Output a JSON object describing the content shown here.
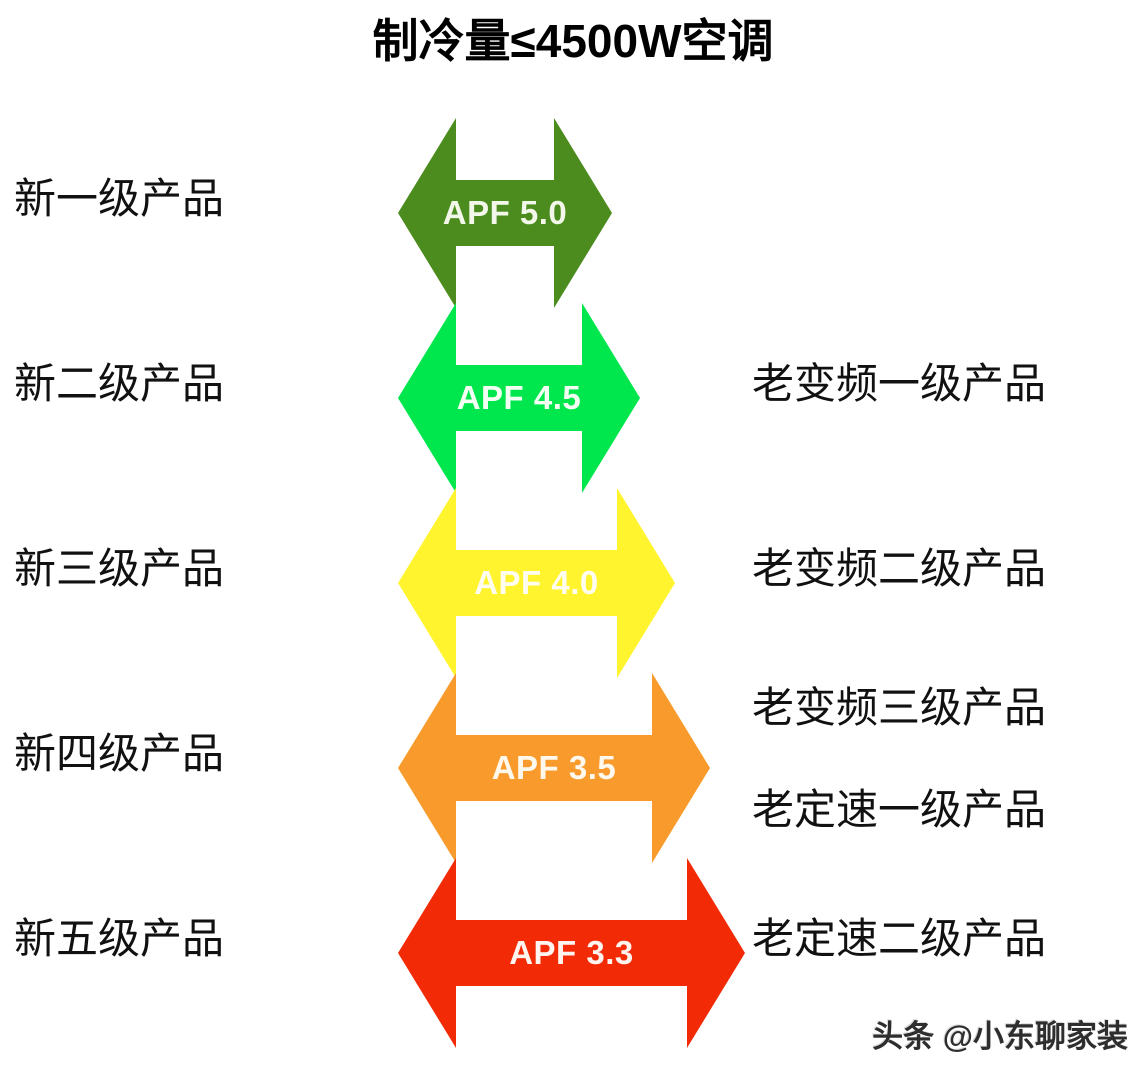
{
  "title": "制冷量≤4500W空调",
  "watermark": "头条 @小东聊家装",
  "rows": [
    {
      "left_label": "新一级产品",
      "right_label": "",
      "right_label_2": "",
      "arrow_text": "APF 5.0",
      "color": "#4c8c1e",
      "text_color": "#f2f7e9"
    },
    {
      "left_label": "新二级产品",
      "right_label": "老变频一级产品",
      "right_label_2": "",
      "arrow_text": "APF 4.5",
      "color": "#00e64d",
      "text_color": "#f4fff4"
    },
    {
      "left_label": "新三级产品",
      "right_label": "老变频二级产品",
      "right_label_2": "",
      "arrow_text": "APF 4.0",
      "color": "#fff42e",
      "text_color": "#fffdf0"
    },
    {
      "left_label": "新四级产品",
      "right_label": "老变频三级产品",
      "right_label_2": "老定速一级产品",
      "arrow_text": "APF 3.5",
      "color": "#f89b2c",
      "text_color": "#fff8ed"
    },
    {
      "left_label": "新五级产品",
      "right_label": "老定速二级产品",
      "right_label_2": "",
      "arrow_text": "APF 3.3",
      "color": "#f22a06",
      "text_color": "#fff4ef"
    }
  ],
  "chart_data": {
    "type": "bar",
    "title": "制冷量≤4500W空调",
    "xlabel": "",
    "ylabel": "",
    "categories": [
      "新一级产品",
      "新二级产品",
      "新三级产品",
      "新四级产品",
      "新五级产品"
    ],
    "labels": [
      "APF 5.0",
      "APF 4.5",
      "APF 4.0",
      "APF 3.5",
      "APF 3.3"
    ],
    "values": [
      5.0,
      4.5,
      4.0,
      3.5,
      3.3
    ],
    "equivalents": [
      "",
      "老变频一级产品",
      "老变频二级产品",
      "老变频三级产品 / 老定速一级产品",
      "老定速二级产品"
    ],
    "colors": [
      "#4c8c1e",
      "#00e64d",
      "#fff42e",
      "#f89b2c",
      "#f22a06"
    ],
    "grid": false,
    "legend": "none"
  }
}
